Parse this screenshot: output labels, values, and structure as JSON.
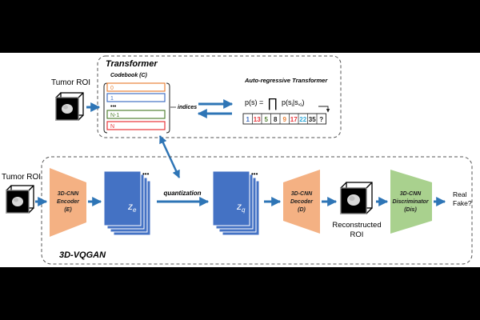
{
  "transformer": {
    "title": "Transformer",
    "codebook_label": "Codebook (C)",
    "codebook_entries": [
      {
        "label": "0",
        "color": "#E8833A"
      },
      {
        "label": "1",
        "color": "#4472C4"
      },
      {
        "label": "N-1",
        "color": "#548235"
      },
      {
        "label": "N",
        "color": "#E8353A"
      }
    ],
    "ellipsis": "•••",
    "indices_label": "indices",
    "ar_title": "Auto-regressive Transformer",
    "formula_lhs": "p(s) =",
    "formula_rhs": "p(s",
    "formula_sub_i": "i",
    "formula_cond": "|s",
    "formula_sub_lt": "<i",
    "formula_close": ")",
    "sequence": [
      {
        "value": "1",
        "color": "#4472C4"
      },
      {
        "value": "13",
        "color": "#E8353A"
      },
      {
        "value": "5",
        "color": "#548235"
      },
      {
        "value": "8",
        "color": "#222222"
      },
      {
        "value": "9",
        "color": "#E8833A"
      },
      {
        "value": "17",
        "color": "#E8353A"
      },
      {
        "value": "22",
        "color": "#2FA8D8"
      },
      {
        "value": "35",
        "color": "#222222"
      },
      {
        "value": "?",
        "color": "#222222"
      }
    ]
  },
  "inputs": {
    "tumor_roi_top": "Tumor ROI",
    "tumor_roi_bottom": "Tumor ROI"
  },
  "vqgan": {
    "title": "3D-VQGAN",
    "encoder_label": [
      "3D-CNN",
      "Encoder",
      "(E)"
    ],
    "ze_label": "z",
    "ze_sub": "e",
    "quantization_label": "quantization",
    "zq_label": "z",
    "zq_sub": "q",
    "decoder_label": [
      "3D-CNN",
      "Decoder",
      "(D)"
    ],
    "reconstructed_label": [
      "Reconstructed",
      "ROI"
    ],
    "discriminator_label": [
      "3D-CNN",
      "Discriminator",
      "(Dis)"
    ],
    "output_label": [
      "Real",
      "Fake?"
    ],
    "ellipsis": "•••"
  },
  "colors": {
    "arrow_blue": "#2E75B6",
    "block_blue": "#4472C4",
    "encoder_fill": "#F4B183",
    "discriminator_fill": "#A9D18E"
  }
}
